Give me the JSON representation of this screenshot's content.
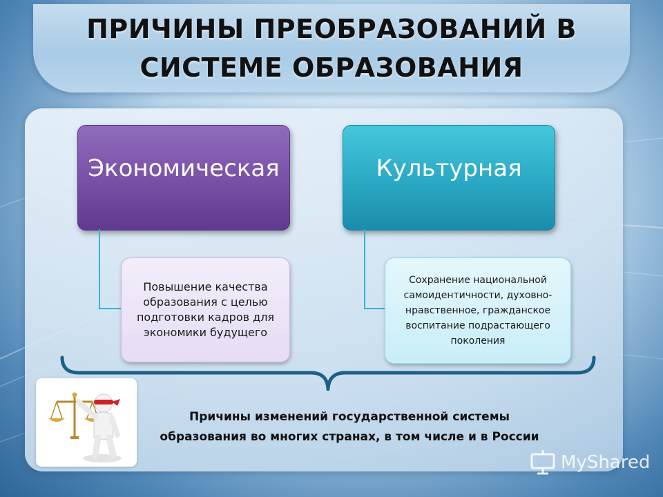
{
  "title": "ПРИЧИНЫ ПРЕОБРАЗОВАНИЙ В СИСТЕМЕ ОБРАЗОВАНИЯ",
  "categories": [
    {
      "heading": "Экономическая",
      "description": "Повышение качества образования с целью подготовки кадров для экономики будущего",
      "color": "#7a52a8",
      "connector_color": "#34b4cf"
    },
    {
      "heading": "Культурная",
      "description": "Сохранение национальной самоидентичности, духовно-нравственное, гражданское воспитание подрастающего поколения",
      "color": "#2aa8c4",
      "connector_color": "#34b4cf"
    }
  ],
  "summary": {
    "line1": "Причины изменений государственной системы",
    "line2": "образования во многих странах, в том числе и в России"
  },
  "illustration": {
    "icon": "blindfolded-justice-figure-with-scales-icon"
  },
  "watermark": {
    "text": "MyShared",
    "icon": "presentation-board-icon"
  },
  "colors": {
    "background": "#4f86b6",
    "brace": "#1d5f87"
  }
}
